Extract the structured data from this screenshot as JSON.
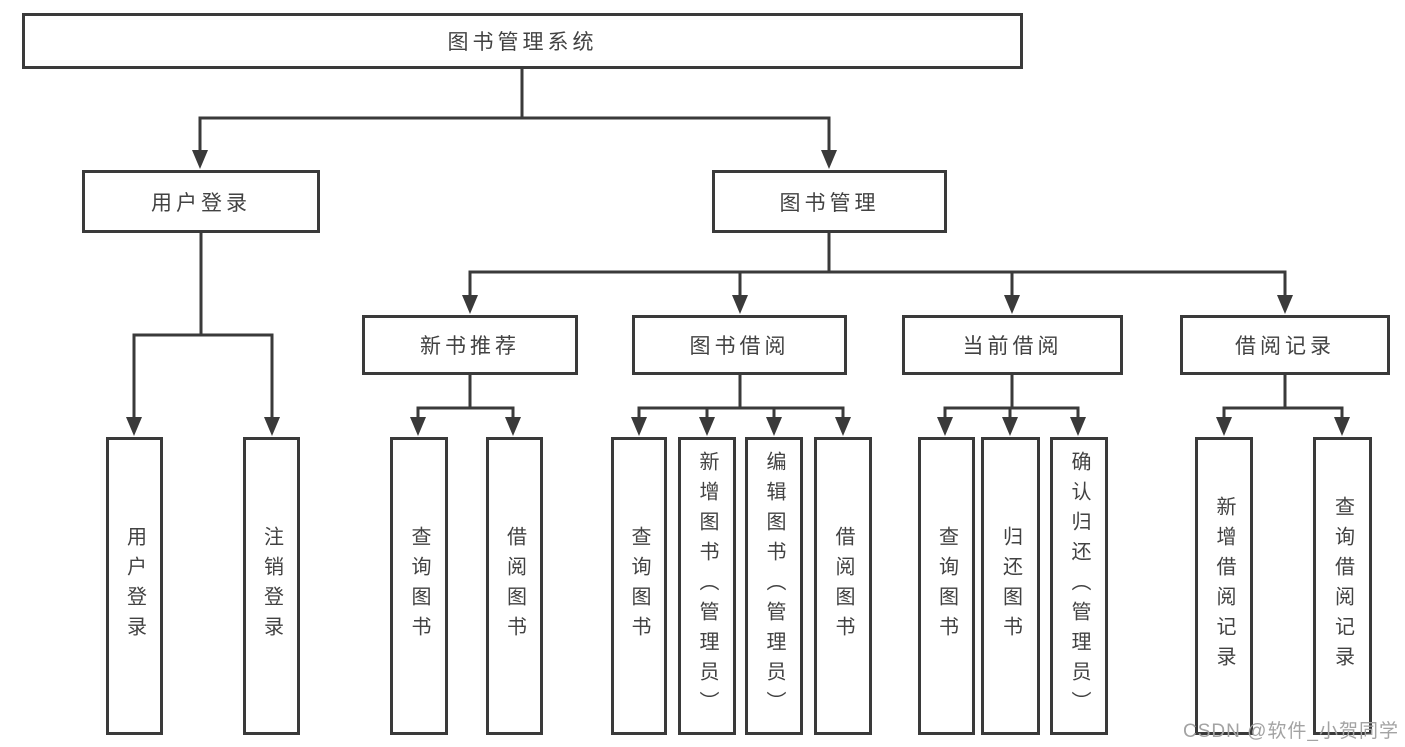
{
  "diagram": {
    "title": "图书管理系统",
    "watermark": "CSDN @软件_小贺同学",
    "colors": {
      "line": "#3a3a3a",
      "box_border": "#3a3a3a",
      "text": "#424242",
      "watermark": "#a3a3a3",
      "background": "#ffffff"
    },
    "nodes": {
      "root": {
        "label": "图书管理系统"
      },
      "user_login": {
        "label": "用户登录"
      },
      "book_mgmt": {
        "label": "图书管理"
      },
      "new_book_rec": {
        "label": "新书推荐"
      },
      "book_borrow": {
        "label": "图书借阅"
      },
      "current_borrow": {
        "label": "当前借阅"
      },
      "borrow_record": {
        "label": "借阅记录"
      },
      "leaf_user_login": {
        "label": "用户登录"
      },
      "leaf_logout": {
        "label": "注销登录"
      },
      "leaf_query_book_a": {
        "label": "查询图书"
      },
      "leaf_borrow_book_a": {
        "label": "借阅图书"
      },
      "leaf_query_book_b": {
        "label": "查询图书"
      },
      "leaf_add_book": {
        "label": "新增图书（管理员）"
      },
      "leaf_edit_book": {
        "label": "编辑图书（管理员）"
      },
      "leaf_borrow_book_b": {
        "label": "借阅图书"
      },
      "leaf_query_book_c": {
        "label": "查询图书"
      },
      "leaf_return_book": {
        "label": "归还图书"
      },
      "leaf_confirm_return": {
        "label": "确认归还（管理员）"
      },
      "leaf_add_record": {
        "label": "新增借阅记录"
      },
      "leaf_query_record": {
        "label": "查询借阅记录"
      }
    },
    "hierarchy": {
      "root": [
        "user_login",
        "book_mgmt"
      ],
      "user_login": [
        "leaf_user_login",
        "leaf_logout"
      ],
      "book_mgmt": [
        "new_book_rec",
        "book_borrow",
        "current_borrow",
        "borrow_record"
      ],
      "new_book_rec": [
        "leaf_query_book_a",
        "leaf_borrow_book_a"
      ],
      "book_borrow": [
        "leaf_query_book_b",
        "leaf_add_book",
        "leaf_edit_book",
        "leaf_borrow_book_b"
      ],
      "current_borrow": [
        "leaf_query_book_c",
        "leaf_return_book",
        "leaf_confirm_return"
      ],
      "borrow_record": [
        "leaf_add_record",
        "leaf_query_record"
      ]
    }
  }
}
